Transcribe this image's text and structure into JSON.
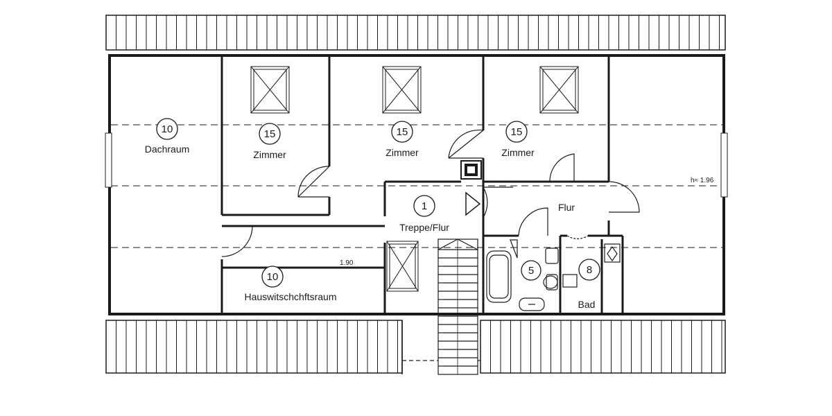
{
  "rooms": {
    "dachraum_left": {
      "name": "Dachraum",
      "num": "10"
    },
    "zimmer_1": {
      "name": "Zimmer",
      "num": "15"
    },
    "zimmer_2": {
      "name": "Zimmer",
      "num": "15"
    },
    "zimmer_3": {
      "name": "Zimmer",
      "num": "15"
    },
    "treppe": {
      "name": "Treppe/Flur",
      "num": "1"
    },
    "flur": {
      "name": "Flur"
    },
    "hauswirtschaft": {
      "name": "Hauswitschchftsraum",
      "num": "10"
    },
    "bad_wc": {
      "num": "5"
    },
    "bad": {
      "name": "Bad",
      "num": "8"
    }
  },
  "annotations": {
    "height": "h≈ 1.96",
    "width_1": "1.90"
  },
  "colors": {
    "line": "#1a1a1a",
    "background": "#ffffff"
  }
}
